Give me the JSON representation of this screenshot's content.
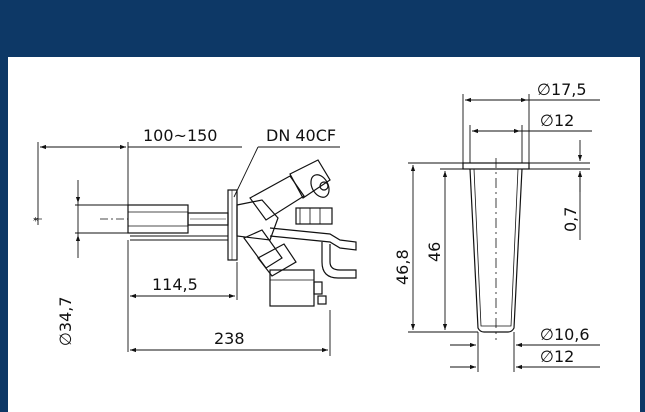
{
  "colors": {
    "header": "#0d3866",
    "line": "#111111",
    "dim_line": "#111111",
    "background": "#ffffff"
  },
  "left_view": {
    "dims": {
      "flange_range": "100~150",
      "flange_label": "DN 40CF",
      "diameter": "∅34,7",
      "inner_length": "114,5",
      "total_length": "238"
    }
  },
  "right_view": {
    "dims": {
      "top_outer_diameter": "∅17,5",
      "top_inner_diameter": "∅12",
      "lip_thickness": "0,7",
      "outer_height": "46,8",
      "inner_height": "46",
      "bottom_inner_diameter": "∅10,6",
      "bottom_outer_diameter": "∅12"
    }
  }
}
